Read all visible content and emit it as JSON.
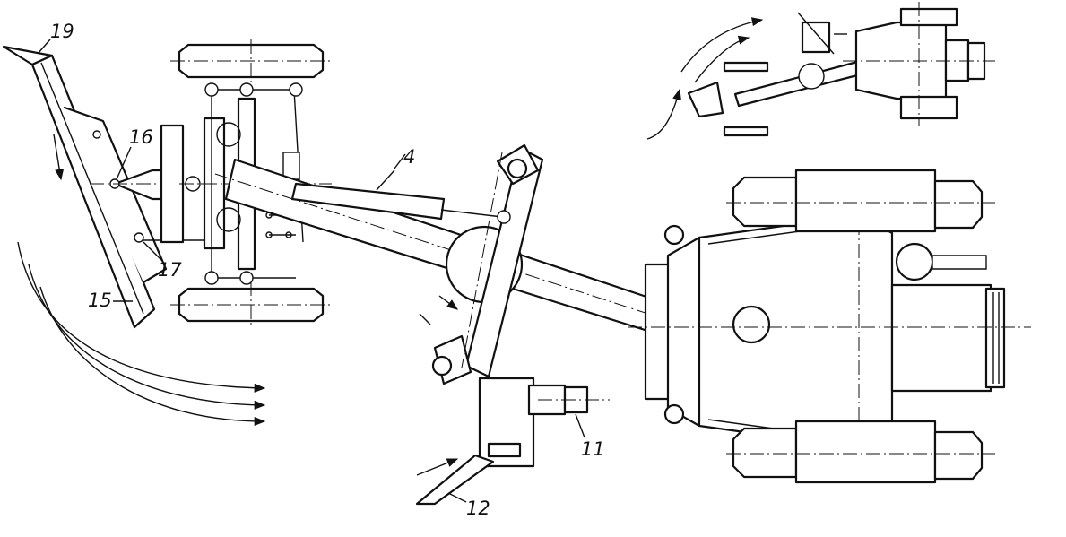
{
  "labels": {
    "l19": "19",
    "l16": "16",
    "l17": "17",
    "l15": "15",
    "l4": "4",
    "l11": "11",
    "l12": "12"
  }
}
